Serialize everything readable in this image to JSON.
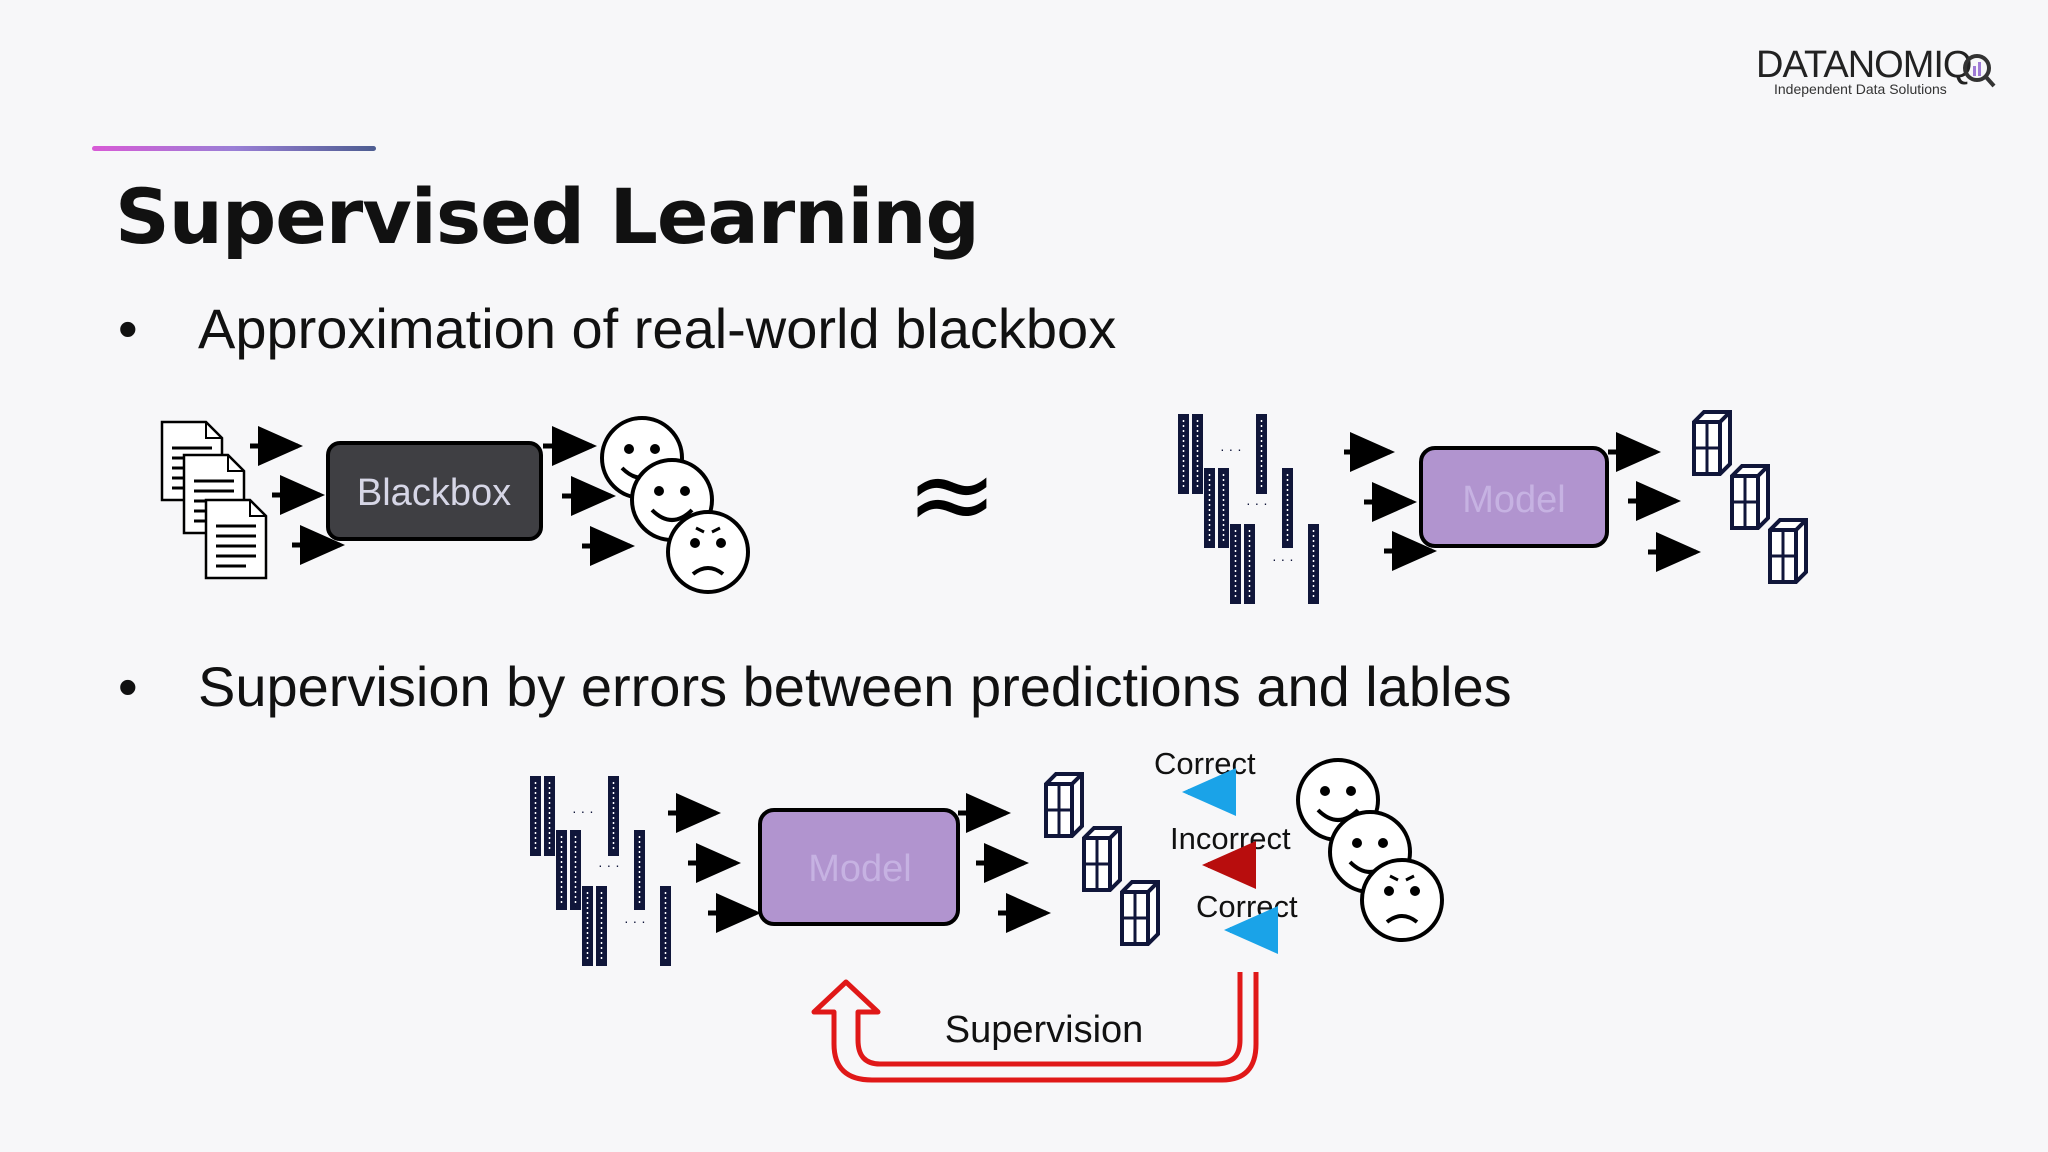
{
  "logo": {
    "name": "DATANOMIQ",
    "tagline": "Independent Data Solutions"
  },
  "title": "Supervised Learning",
  "bullets": [
    "Approximation of real-world blackbox",
    "Supervision by errors between predictions and lables"
  ],
  "diagram": {
    "blackbox_label": "Blackbox",
    "approx_symbol": "≈",
    "model_label": "Model",
    "model_label_2": "Model",
    "feedback": {
      "correct_1": "Correct",
      "incorrect": "Incorrect",
      "correct_2": "Correct"
    },
    "supervision_label": "Supervision",
    "colors": {
      "blackbox_fill": "#3f3f43",
      "model_fill": "#b194cf",
      "model_text": "#c6b2e2",
      "correct_arrow": "#1aa3e8",
      "incorrect_arrow": "#b80d0d",
      "supervision_arrow": "#e01818",
      "feature_bars": "#10163a"
    }
  }
}
